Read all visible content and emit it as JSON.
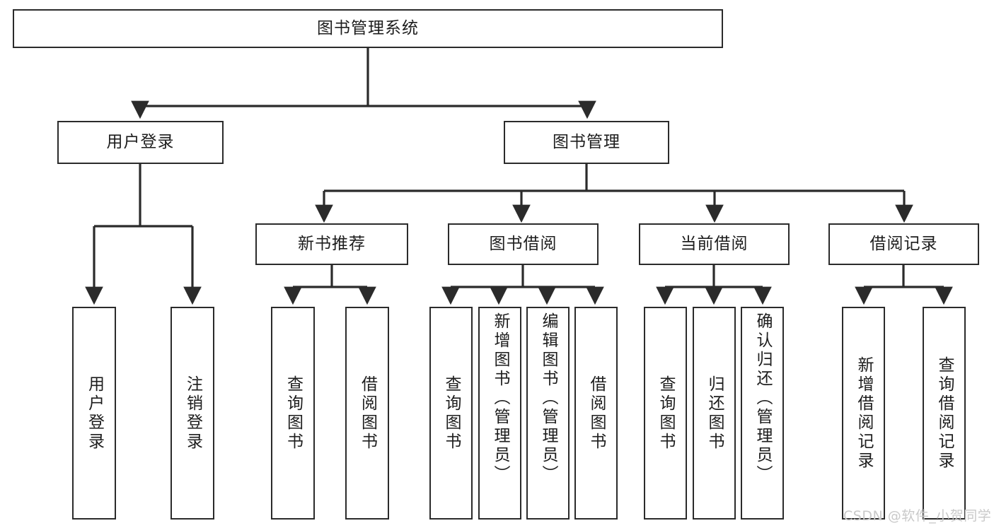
{
  "diagram": {
    "title": "图书管理系统",
    "type": "hierarchy-tree",
    "watermark": "CSDN @软件_小贺同学",
    "colors": {
      "stroke": "#2b2b2b",
      "fill": "#ffffff",
      "text": "#1d1d1d",
      "watermark": "#c9c9c9"
    },
    "levels": {
      "root": {
        "label": "图书管理系统"
      },
      "level2": [
        {
          "id": "user-login",
          "label": "用户登录"
        },
        {
          "id": "book-manage",
          "label": "图书管理"
        }
      ],
      "level3": [
        {
          "id": "new-book-recommend",
          "label": "新书推荐",
          "parent": "book-manage"
        },
        {
          "id": "book-borrow",
          "label": "图书借阅",
          "parent": "book-manage"
        },
        {
          "id": "current-borrow",
          "label": "当前借阅",
          "parent": "book-manage"
        },
        {
          "id": "borrow-record",
          "label": "借阅记录",
          "parent": "book-manage"
        }
      ],
      "leaves": [
        {
          "id": "leaf-user-login",
          "label": "用户登录",
          "parent": "user-login"
        },
        {
          "id": "leaf-logout-login",
          "label": "注销登录",
          "parent": "user-login"
        },
        {
          "id": "leaf-query-book-1",
          "label": "查询图书",
          "parent": "new-book-recommend"
        },
        {
          "id": "leaf-borrow-book-1",
          "label": "借阅图书",
          "parent": "new-book-recommend"
        },
        {
          "id": "leaf-query-book-2",
          "label": "查询图书",
          "parent": "book-borrow"
        },
        {
          "id": "leaf-add-book",
          "label": "新增图书（管理员）",
          "parent": "book-borrow"
        },
        {
          "id": "leaf-edit-book",
          "label": "编辑图书（管理员）",
          "parent": "book-borrow"
        },
        {
          "id": "leaf-borrow-book-2",
          "label": "借阅图书",
          "parent": "book-borrow"
        },
        {
          "id": "leaf-query-book-3",
          "label": "查询图书",
          "parent": "current-borrow"
        },
        {
          "id": "leaf-return-book",
          "label": "归还图书",
          "parent": "current-borrow"
        },
        {
          "id": "leaf-confirm-return",
          "label": "确认归还（管理员）",
          "parent": "current-borrow"
        },
        {
          "id": "leaf-add-record",
          "label": "新增借阅记录",
          "parent": "borrow-record"
        },
        {
          "id": "leaf-query-record",
          "label": "查询借阅记录",
          "parent": "borrow-record"
        }
      ]
    }
  }
}
